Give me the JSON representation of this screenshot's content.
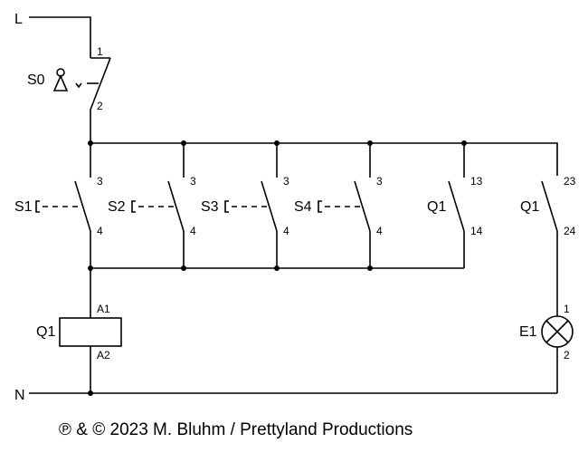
{
  "rails": {
    "line": "L",
    "neutral": "N"
  },
  "s0": {
    "label": "S0",
    "pin_top": "1",
    "pin_bottom": "2"
  },
  "switches": [
    {
      "label": "S1",
      "pin_top": "3",
      "pin_bottom": "4"
    },
    {
      "label": "S2",
      "pin_top": "3",
      "pin_bottom": "4"
    },
    {
      "label": "S3",
      "pin_top": "3",
      "pin_bottom": "4"
    },
    {
      "label": "S4",
      "pin_top": "3",
      "pin_bottom": "4"
    }
  ],
  "aux_contacts": [
    {
      "label": "Q1",
      "pin_top": "13",
      "pin_bottom": "14"
    },
    {
      "label": "Q1",
      "pin_top": "23",
      "pin_bottom": "24"
    }
  ],
  "coil": {
    "label": "Q1",
    "pin_top": "A1",
    "pin_bottom": "A2"
  },
  "lamp": {
    "label": "E1",
    "pin_top": "1",
    "pin_bottom": "2"
  },
  "copyright": "℗ & © 2023 M. Bluhm / Prettyland Productions"
}
